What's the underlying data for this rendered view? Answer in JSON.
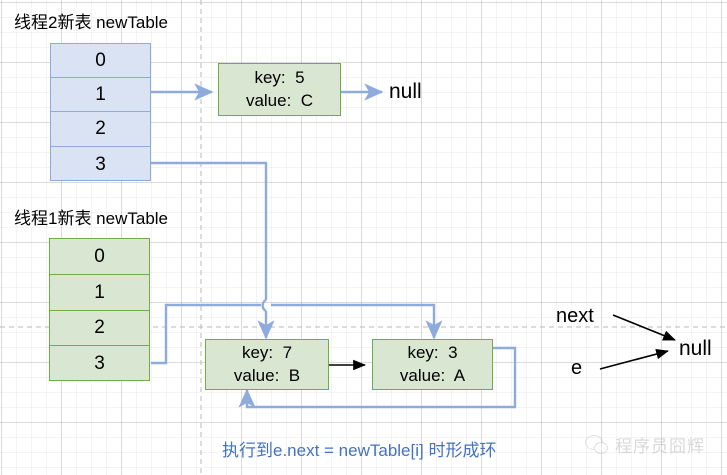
{
  "diagram": {
    "title_thread2": "线程2新表 newTable",
    "title_thread1": "线程1新表 newTable",
    "caption": "执行到e.next = newTable[i] 时形成环",
    "null_top": "null",
    "null_right": "null",
    "var_next": "next",
    "var_e": "e",
    "colors": {
      "blue_fill": "#dae3f3",
      "blue_border": "#8eaadb",
      "green_fill": "#d9e7d2",
      "green_border": "#70ad47",
      "arrow_blue": "#8faadc",
      "arrow_black": "#000000",
      "caption_blue": "#4472c4"
    },
    "table_thread2": {
      "name": "newTable",
      "slots": [
        "0",
        "1",
        "2",
        "3"
      ]
    },
    "table_thread1": {
      "name": "newTable",
      "slots": [
        "0",
        "1",
        "2",
        "3"
      ]
    },
    "nodes": [
      {
        "id": "node-key5",
        "key_line": "key:  5",
        "value_line": "value:  C"
      },
      {
        "id": "node-key7",
        "key_line": "key:  7",
        "value_line": "value:  B"
      },
      {
        "id": "node-key3",
        "key_line": "key:  3",
        "value_line": "value:  A"
      }
    ],
    "watermark": "程序员囧辉"
  }
}
